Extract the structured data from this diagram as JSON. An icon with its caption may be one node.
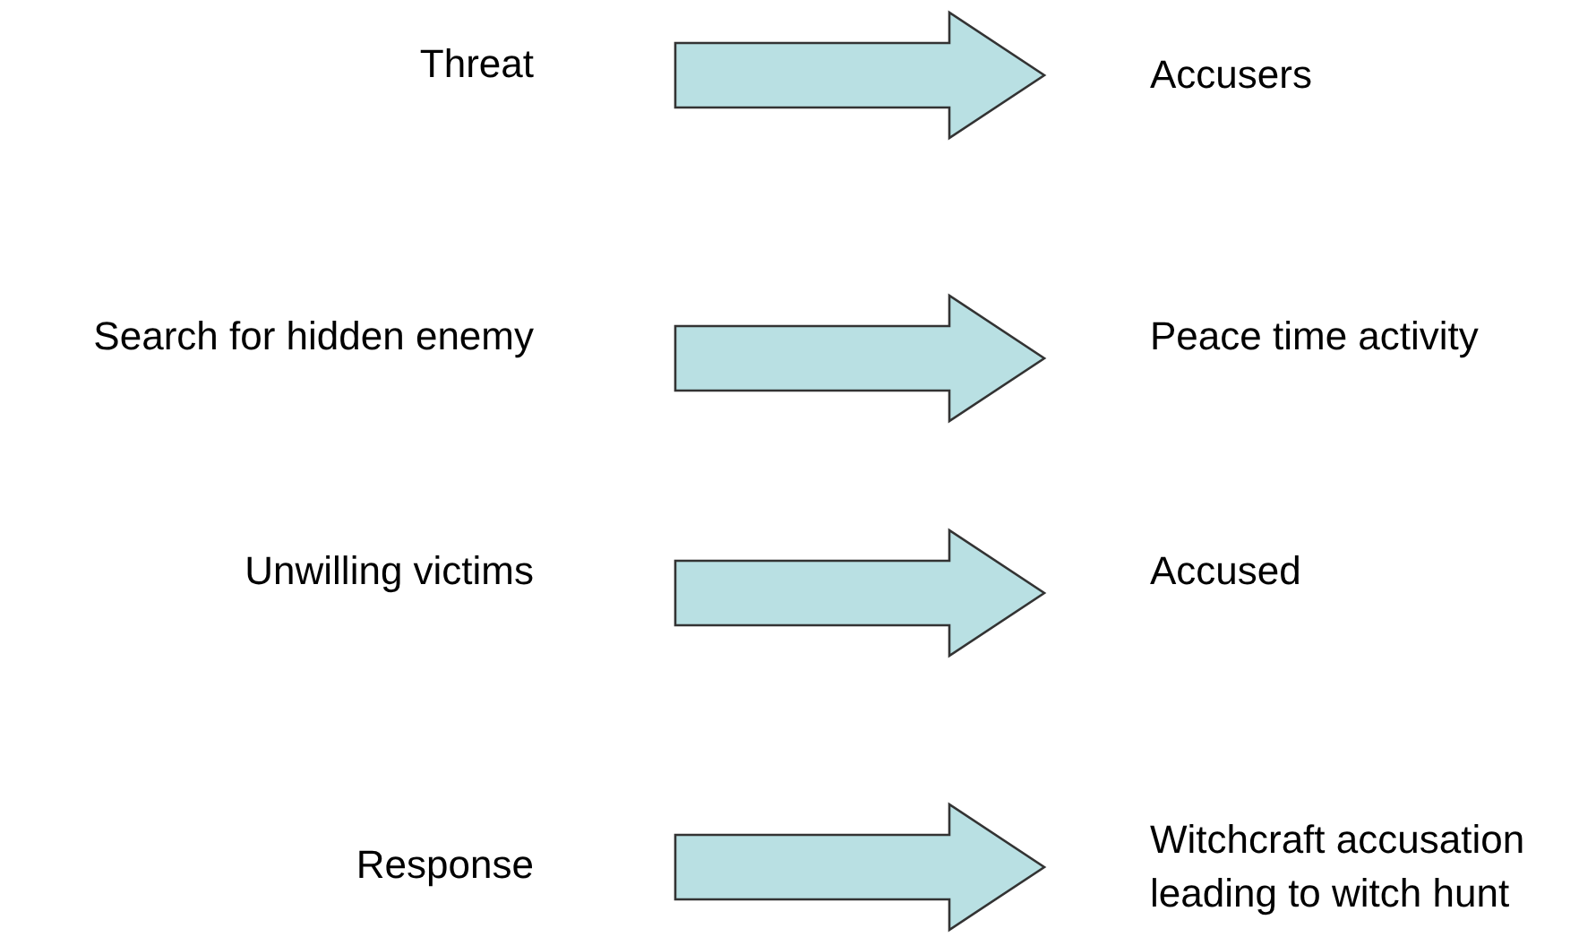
{
  "diagram": {
    "nodes": [
      {
        "text": [
          "Threat"
        ]
      },
      {
        "text": [
          "Accusers"
        ]
      },
      {
        "text": [
          "Search for hidden enemy"
        ]
      },
      {
        "text": [
          "Peace time activity"
        ]
      },
      {
        "text": [
          "Unwilling victims"
        ]
      },
      {
        "text": [
          "Accused"
        ]
      },
      {
        "text": [
          "Response"
        ]
      },
      {
        "text": [
          "Witchcraft accusation leading to witch hunt"
        ]
      }
    ],
    "edges": [
      {
        "from": 0,
        "to": 1,
        "arrow": "to"
      },
      {
        "from": 2,
        "to": 3,
        "arrow": "to"
      },
      {
        "from": 4,
        "to": 5,
        "arrow": "to"
      },
      {
        "from": 6,
        "to": 7,
        "arrow": "to"
      }
    ]
  }
}
